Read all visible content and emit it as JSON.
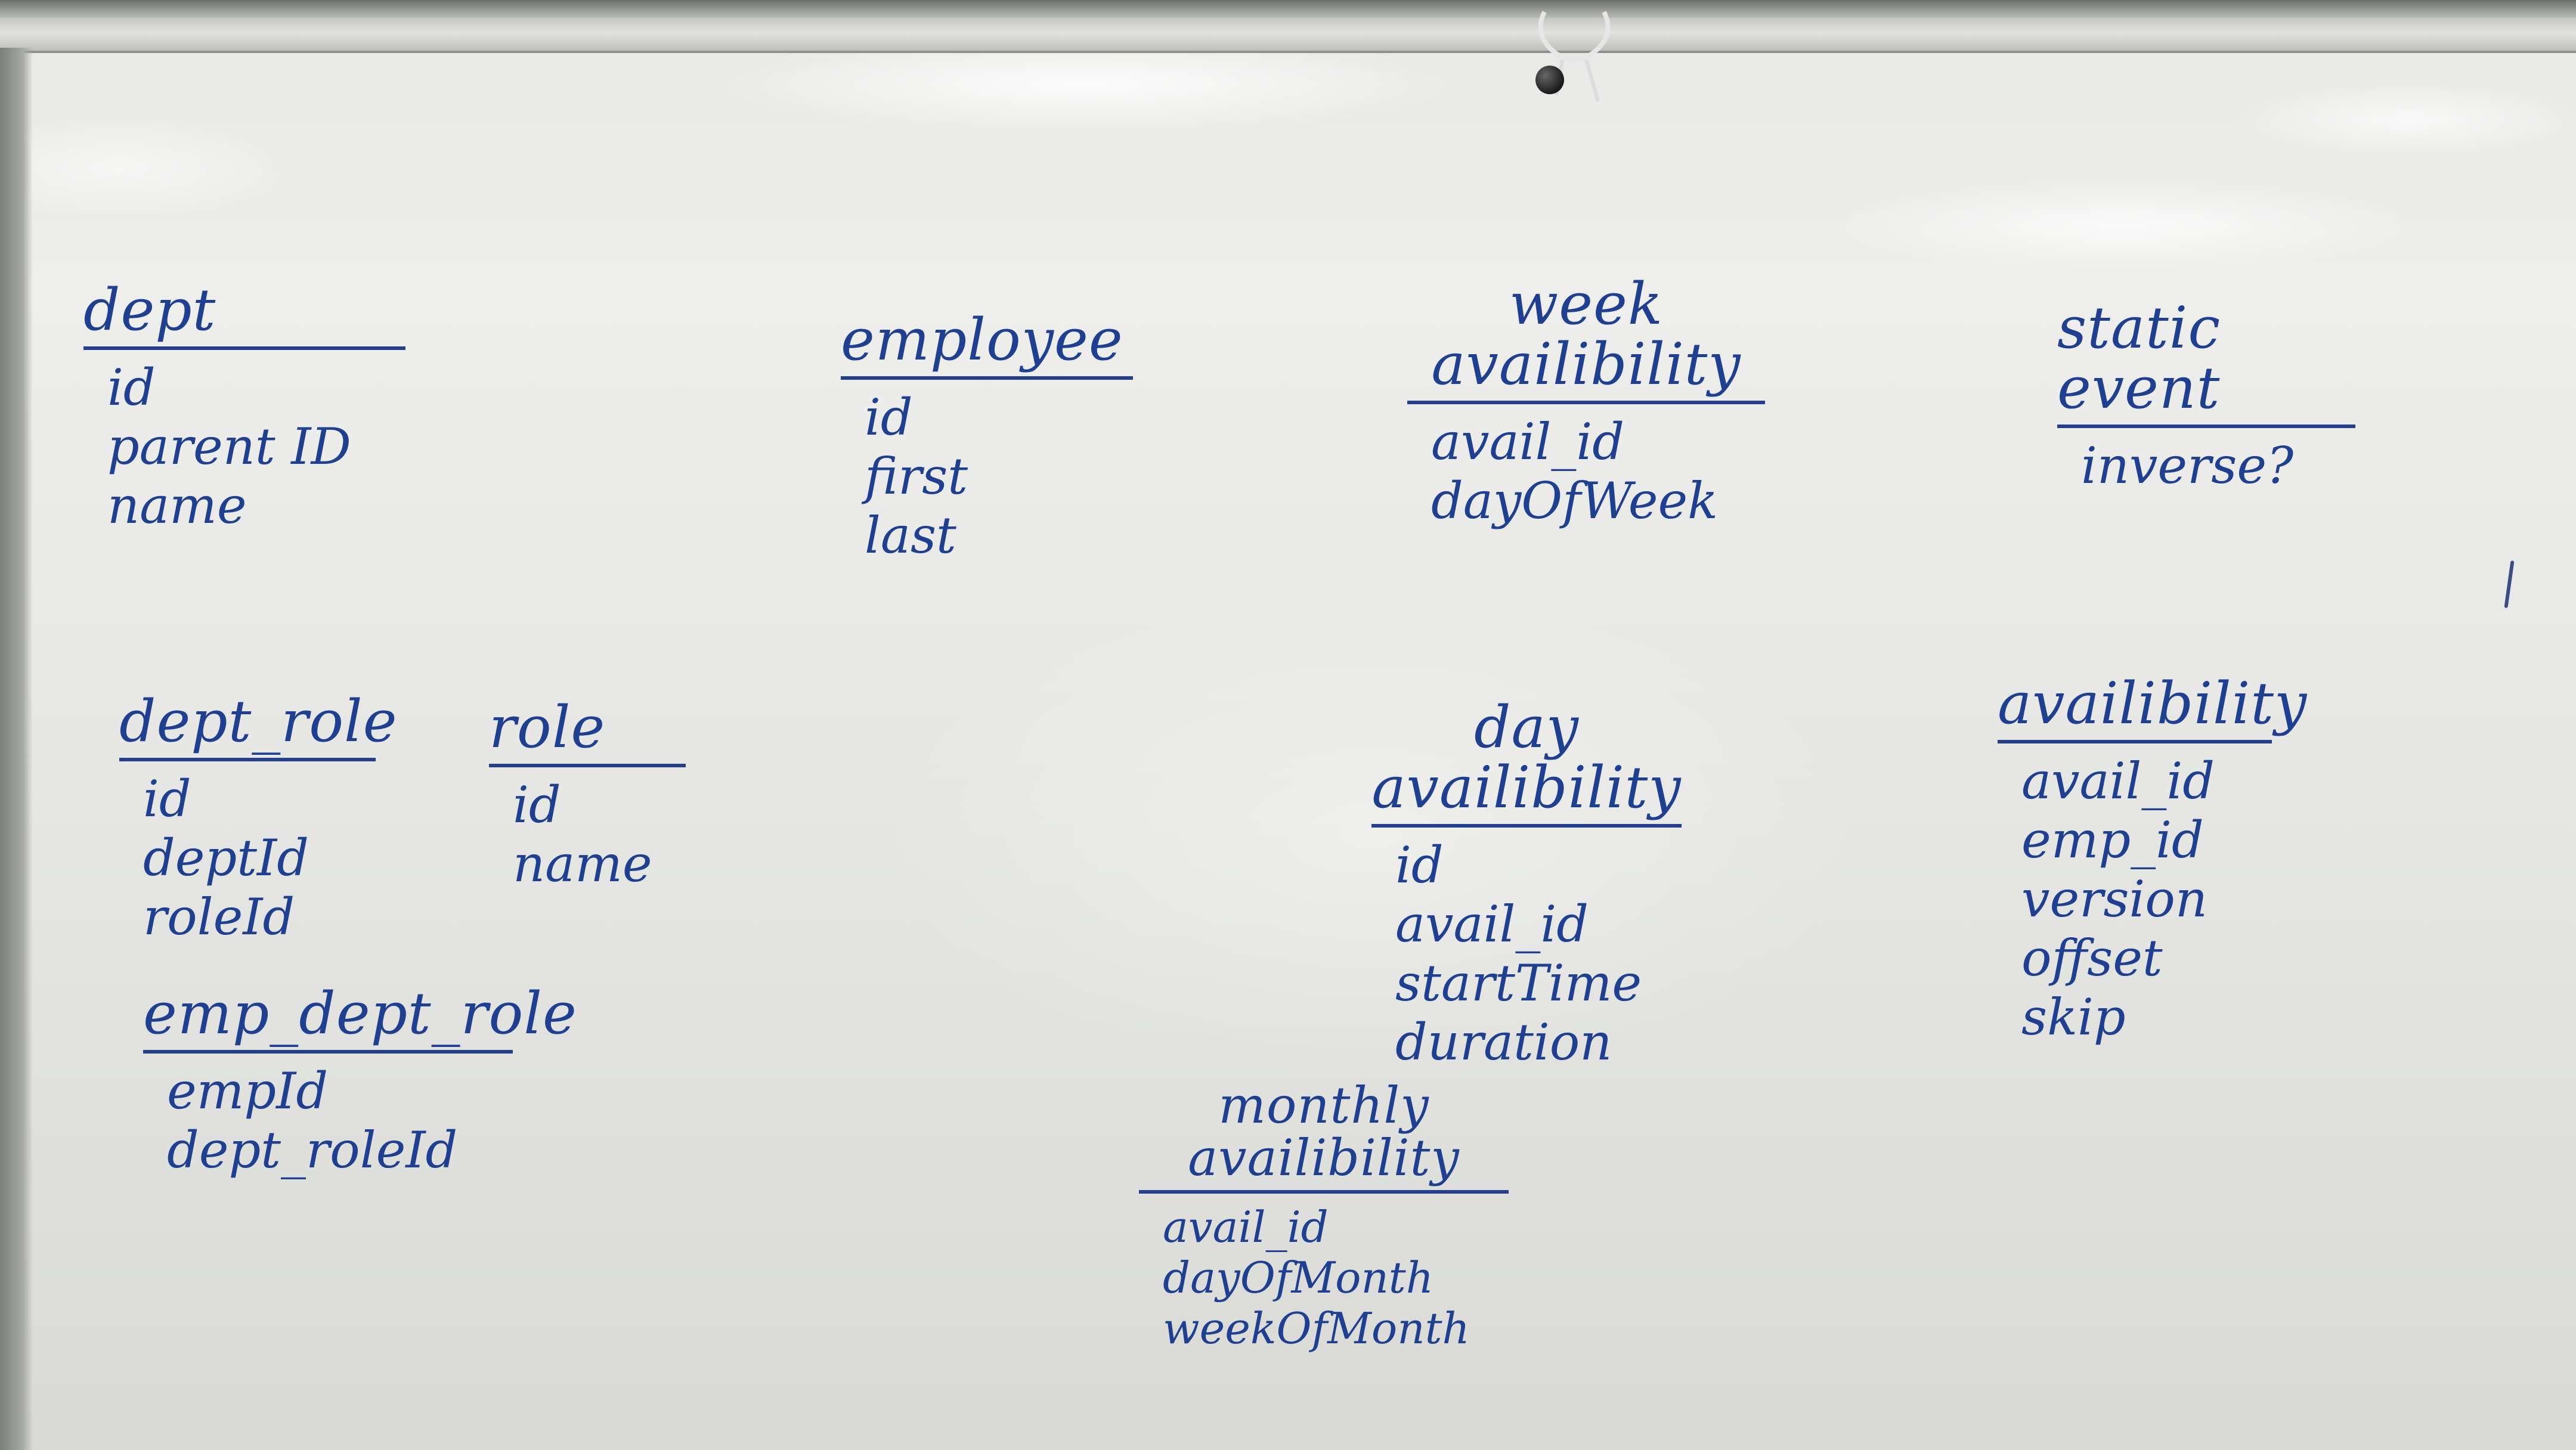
{
  "entities": [
    {
      "id": "dept",
      "title": "dept",
      "fields": [
        "id",
        "parent ID",
        "name"
      ]
    },
    {
      "id": "employee",
      "title": "employee",
      "fields": [
        "id",
        "first",
        "last"
      ]
    },
    {
      "id": "week-availability",
      "title": "week\navailibility",
      "fields": [
        "avail_id",
        "dayOfWeek"
      ]
    },
    {
      "id": "static-event",
      "title": "static event",
      "fields": [
        "inverse?"
      ]
    },
    {
      "id": "dept-role",
      "title": "dept_role",
      "fields": [
        "id",
        "deptId",
        "roleId"
      ]
    },
    {
      "id": "role",
      "title": "role",
      "fields": [
        "id",
        "name"
      ]
    },
    {
      "id": "day-availability",
      "title": "day\navailibility",
      "fields": [
        "id",
        "avail_id",
        "startTime",
        "duration"
      ]
    },
    {
      "id": "availibility",
      "title": "availibility",
      "fields": [
        "avail_id",
        "emp_id",
        "version",
        "offset",
        "skip"
      ]
    },
    {
      "id": "emp-dept-role",
      "title": "emp_dept_role",
      "fields": [
        "empId",
        "dept_roleId"
      ]
    },
    {
      "id": "monthly-availability",
      "title": "monthly\navailibility",
      "fields": [
        "avail_id",
        "dayOfMonth",
        "weekOfMonth"
      ]
    }
  ],
  "colors": {
    "ink": "#1f3f91",
    "board": "#eeeeec",
    "frame": "#8f918d"
  }
}
